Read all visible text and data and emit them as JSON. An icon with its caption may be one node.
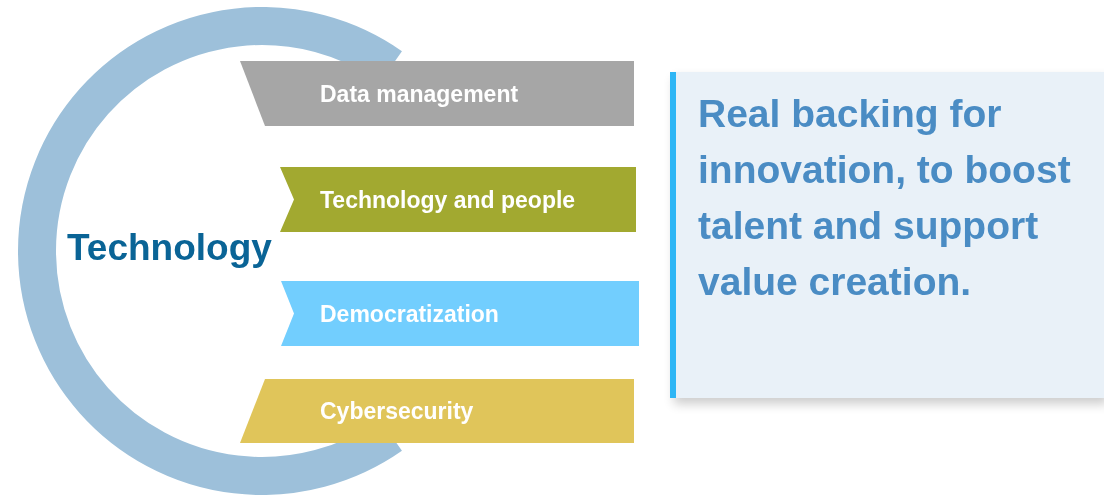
{
  "diagram": {
    "nodes": [
      {
        "text": [
          "Technology"
        ]
      },
      {
        "text": [
          "Data management"
        ]
      },
      {
        "text": [
          "Technology and people"
        ]
      },
      {
        "text": [
          "Democratization"
        ]
      },
      {
        "text": [
          "Cybersecurity"
        ]
      },
      {
        "text": [
          "Real backing for innovation, to boost talent and support value creation."
        ]
      }
    ]
  }
}
